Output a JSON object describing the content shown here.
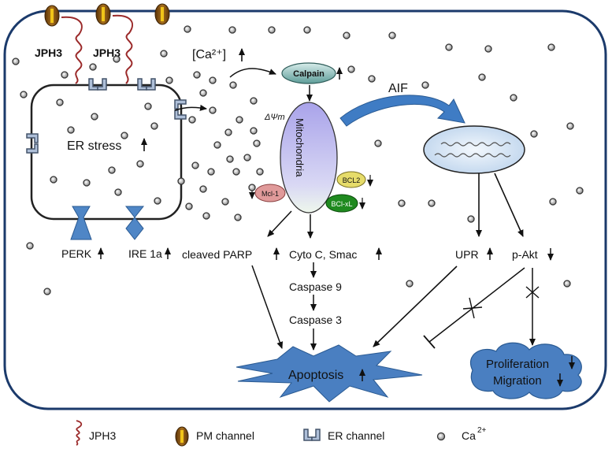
{
  "colors": {
    "cell_border": "#1b3a6b",
    "arrow_blue": "#2f6fb3",
    "er_channel": "#aebfd8",
    "er_channel_stroke": "#44546a",
    "pm_gold": "#f0c419",
    "pm_brown": "#7a4a12",
    "jph3": "#9b2a2a",
    "calpain": "#7fb3b0",
    "mito_top": "#b9b6ee",
    "mito_bottom": "#e8f3ea",
    "bcl2": "#e6dc6a",
    "bclxl": "#1f8a1f",
    "mcl1": "#e09a9a",
    "nucleus": "#dbe8f6",
    "apoptosis": "#4a7fc1",
    "cloud": "#4a7fc1"
  },
  "labels": {
    "jph3_a": "JPH3",
    "jph3_b": "JPH3",
    "ca_conc": "[Ca²⁺]",
    "calpain": "Calpain",
    "aif": "AIF",
    "delta_psi": "ΔΨm",
    "mitochondria": "Mitochondria",
    "er_stress": "ER stress",
    "bcl2": "BCL2",
    "mcl1": "Mcl-1",
    "bclxl": "BCl-xL",
    "perk": "PERK",
    "ire1a": "IRE 1a",
    "cleaved_parp": "cleaved PARP",
    "cyto_c": "Cyto C, Smac",
    "caspase9": "Caspase 9",
    "caspase3": "Caspase 3",
    "apoptosis": "Apoptosis",
    "upr": "UPR",
    "p_akt": "p-Akt",
    "proliferation": "Proliferation",
    "migration": "Migration"
  },
  "legend": [
    {
      "icon": "jph3-icon",
      "label": "JPH3"
    },
    {
      "icon": "pm-channel-icon",
      "label": "PM channel"
    },
    {
      "icon": "er-channel-icon",
      "label": "ER channel"
    },
    {
      "icon": "calcium-ion-icon",
      "label": "Ca",
      "superscript": "2+"
    }
  ]
}
